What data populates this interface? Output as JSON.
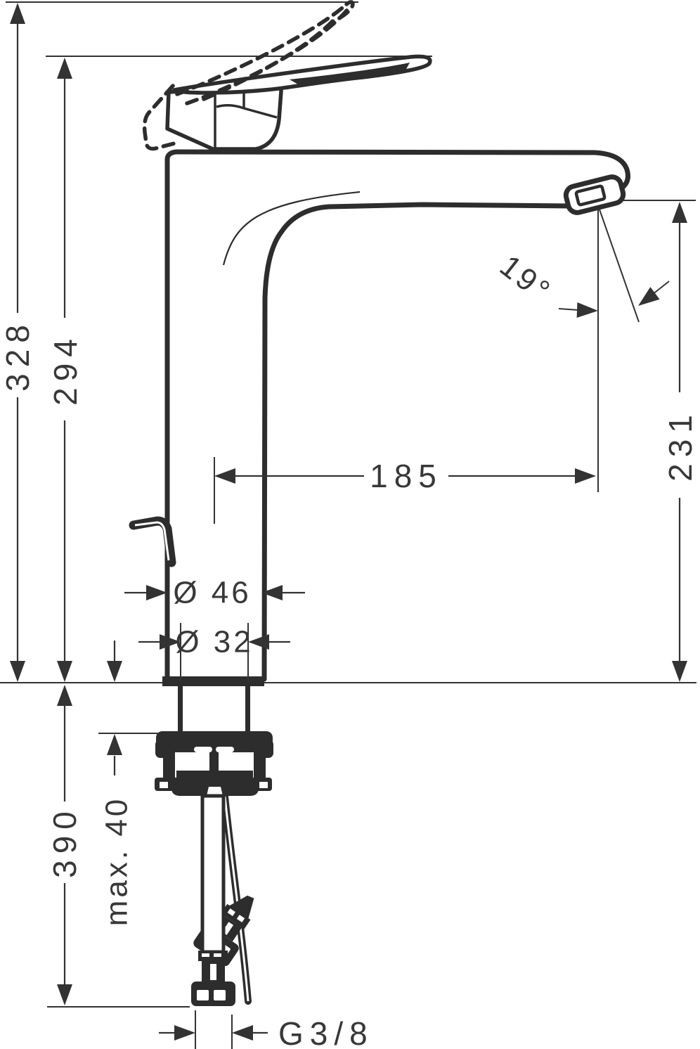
{
  "diagram": {
    "type": "technical-dimension-drawing",
    "subject": "single-lever basin mixer tap, side elevation with below-deck mounting parts and supply hoses",
    "colors": {
      "background": "#ffffff",
      "line": "#2d2d2d",
      "text": "#383838"
    },
    "labels": {
      "overall_height": "328",
      "height_to_spout_body_top": "294",
      "spout_outlet_height": "231",
      "spout_reach": "185",
      "stream_angle": "19°",
      "body_diameter": "Ø 46",
      "mounting_hole_diameter": "Ø 32",
      "hose_length_below_deck": "390",
      "max_mounting_thickness": "max. 40",
      "supply_connection_thread": "G3/8"
    }
  }
}
